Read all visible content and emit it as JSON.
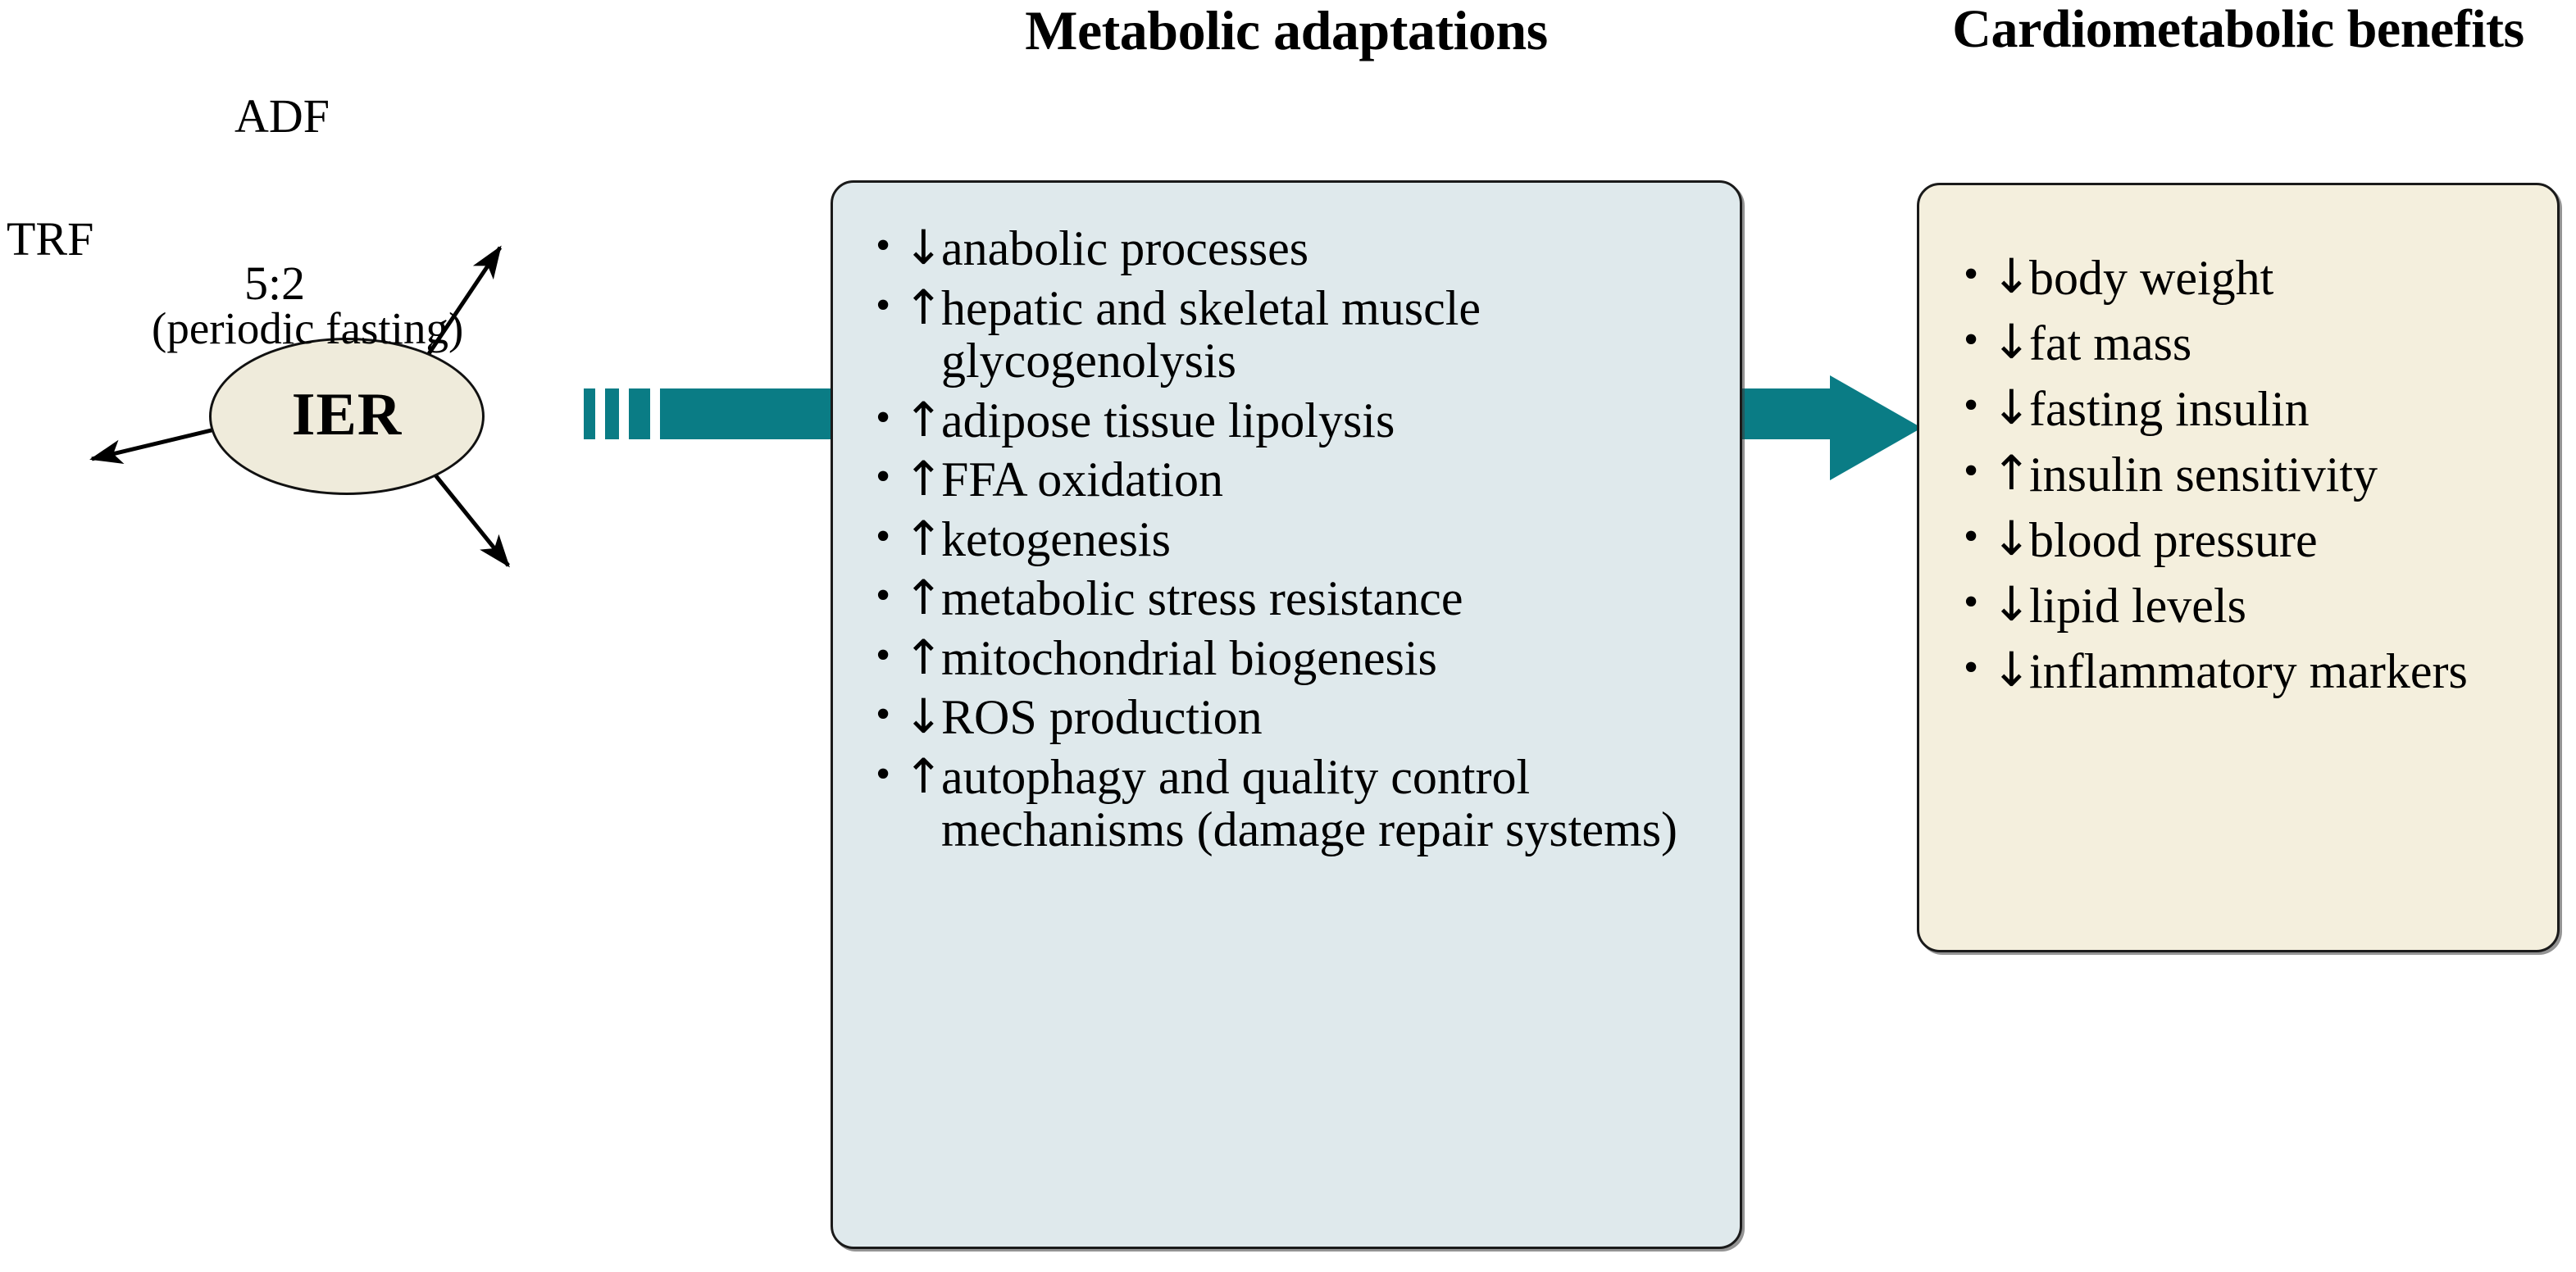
{
  "diagram": {
    "source_node": {
      "label": "IER",
      "fill_color": "#EFEBDB",
      "border_color": "#111111"
    },
    "regimen_labels": [
      {
        "name": "adf-label",
        "text": "ADF"
      },
      {
        "name": "trf-label",
        "text": "TRF"
      },
      {
        "name": "five-two-label",
        "text": "5:2"
      },
      {
        "name": "periodic-fasting-label",
        "text": "(periodic fasting)"
      }
    ],
    "flow_arrow": {
      "name": "teal-flow-arrow",
      "color": "#0A7C85",
      "direction": "left-to-right",
      "tail_style": "striped"
    },
    "panels": [
      {
        "id": "metabolic",
        "heading": "Metabolic adaptations",
        "fill_color": "#DFE9EC",
        "border_color": "#1A1A1A",
        "items": [
          {
            "arrow": "↓",
            "text": "anabolic processes"
          },
          {
            "arrow": "↑",
            "text": "hepatic and skeletal muscle glycogenolysis"
          },
          {
            "arrow": "↑",
            "text": "adipose tissue lipolysis"
          },
          {
            "arrow": "↑",
            "text": "FFA oxidation"
          },
          {
            "arrow": "↑",
            "text": "ketogenesis"
          },
          {
            "arrow": "↑",
            "text": "metabolic stress resistance"
          },
          {
            "arrow": "↑",
            "text": "mitochondrial biogenesis"
          },
          {
            "arrow": "↓",
            "text": "ROS production"
          },
          {
            "arrow": "↑",
            "text": "autophagy and quality control mechanisms (damage repair systems)"
          }
        ]
      },
      {
        "id": "cardiometabolic",
        "heading": "Cardiometabolic benefits",
        "fill_color": "#F4EFDD",
        "border_color": "#1A1A1A",
        "items": [
          {
            "arrow": "↓",
            "text": "body weight"
          },
          {
            "arrow": "↓",
            "text": "fat mass"
          },
          {
            "arrow": "↓",
            "text": "fasting insulin"
          },
          {
            "arrow": "↑",
            "text": "insulin sensitivity"
          },
          {
            "arrow": "↓",
            "text": "blood pressure"
          },
          {
            "arrow": "↓",
            "text": "lipid levels"
          },
          {
            "arrow": "↓",
            "text": "inflammatory markers"
          }
        ]
      }
    ],
    "bullet_glyph": "•"
  }
}
